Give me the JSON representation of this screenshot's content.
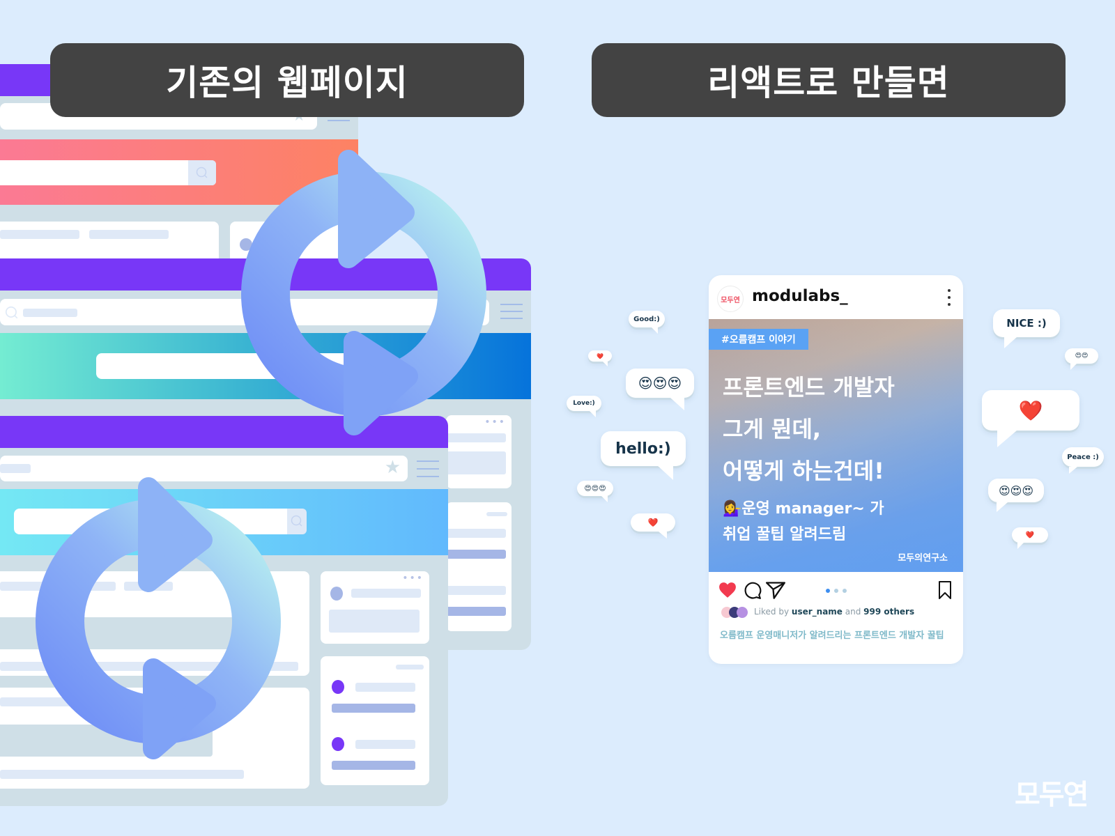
{
  "headlines": {
    "left": "기존의 웹페이지",
    "right": "리액트로 만들면"
  },
  "colors": {
    "background": "#dcecfd",
    "headline_bg": "#434343",
    "purple_topbar": "#7837f7",
    "frame_gray": "#cfdfe7",
    "refresh_gradient_start": "#6f8ef6",
    "refresh_gradient_end": "#b4ecf2",
    "heart_red": "#f23a4f",
    "tag_blue": "#5aa2f4"
  },
  "left_illustration": {
    "windows": [
      {
        "name": "back-window",
        "hero_gradient": [
          "#fb7a94",
          "#fd8263"
        ]
      },
      {
        "name": "middle-window",
        "hero_gradient": [
          "#74ecd2",
          "#0673db"
        ]
      },
      {
        "name": "front-window",
        "hero_gradient": [
          "#74e8f4",
          "#61b9fd"
        ]
      }
    ],
    "icons": [
      "refresh-icon",
      "refresh-icon",
      "search-icon",
      "star-icon",
      "menu-icon",
      "more-icon"
    ]
  },
  "post": {
    "avatar_text": "모두연",
    "username": "modulabs_",
    "menu_icon": "more-vertical-icon",
    "tag": "#오름캠프 이야기",
    "headline_lines": [
      "프론트엔드 개발자",
      "그게 뭔데,",
      "어떻게 하는건데!"
    ],
    "sub_lines": [
      "💁‍♀️운영 manager~ 가",
      "취업 꿀팁 알려드림"
    ],
    "watermark": "모두의연구소",
    "actions": {
      "like_icon": "heart-icon",
      "comment_icon": "comment-icon",
      "share_icon": "send-icon",
      "save_icon": "bookmark-icon"
    },
    "carousel": {
      "count": 3,
      "active": 0
    },
    "likes": {
      "prefix": "Liked by",
      "user": "user_name",
      "middle": "and",
      "others": "999 others"
    },
    "caption": "오름캠프 운영매니저가 알려드리는 프론트엔드 개발자 꿀팁"
  },
  "bubbles": {
    "left": [
      {
        "id": "good",
        "text": "Good:)"
      },
      {
        "id": "heart-small-1",
        "text": "❤️"
      },
      {
        "id": "hearteyes-3-large",
        "text": "😍😍😍"
      },
      {
        "id": "love",
        "text": "Love:)"
      },
      {
        "id": "hello",
        "text": "hello:)"
      },
      {
        "id": "hearteyes-3-small",
        "text": "😍😍😍"
      },
      {
        "id": "heart-small-2",
        "text": "❤️"
      }
    ],
    "right": [
      {
        "id": "nice",
        "text": "NICE :)"
      },
      {
        "id": "hearteyes-2",
        "text": "😍😍"
      },
      {
        "id": "heart-large",
        "text": "❤️"
      },
      {
        "id": "peace",
        "text": "Peace :)"
      },
      {
        "id": "hearteyes-3",
        "text": "😍😍😍"
      },
      {
        "id": "heart-small-3",
        "text": "❤️"
      }
    ]
  },
  "brand_logo": "모두연"
}
